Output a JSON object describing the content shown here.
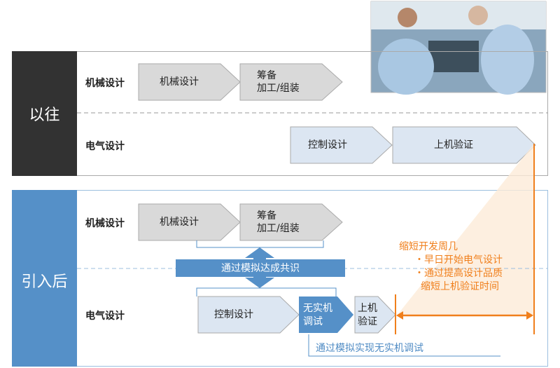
{
  "before": {
    "label": "以往",
    "mech_row": "机械设计",
    "elec_row": "电气设计",
    "mech_steps": [
      "机械设计",
      "筹备",
      "加工/组装"
    ],
    "elec_steps": [
      "控制设计",
      "上机验证"
    ]
  },
  "after": {
    "label": "引入后",
    "mech_row": "机械设计",
    "elec_row": "电气设计",
    "mech_steps": [
      "机械设计",
      "筹备",
      "加工/组装"
    ],
    "consensus": "通过模拟达成共识",
    "elec_steps": [
      "控制设计",
      "无实机",
      "调试",
      "上机",
      "验证"
    ],
    "virtual_note": "通过模拟实现无实机调试",
    "benefit_title": "缩短开发周几",
    "benefits": [
      "・早日开始电气设计",
      "・通过提高设计品质",
      "缩短上机验证时间"
    ]
  },
  "colors": {
    "dark": "#323232",
    "blue": "#5590c8",
    "orange": "#f07f1c",
    "grey": "#d9d9d9",
    "light_blue": "#dce6f2"
  }
}
